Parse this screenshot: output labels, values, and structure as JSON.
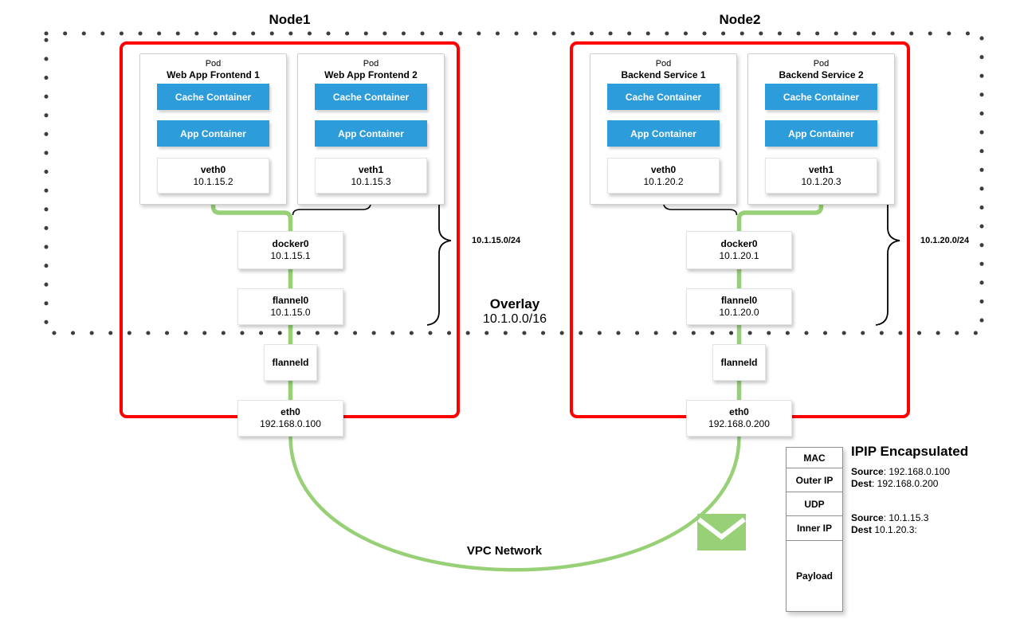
{
  "colors": {
    "node_border_red": "#ff0000",
    "container_blue": "#2d9cdb",
    "wire_green": "#97d077",
    "dot_gray": "#3d3d3d"
  },
  "nodes": [
    {
      "title": "Node1",
      "subnet": "10.1.15.0/24",
      "pods": [
        {
          "kind": "Pod",
          "name": "Web App Frontend 1",
          "containers": [
            "Cache Container",
            "App Container"
          ],
          "iface": {
            "name": "veth0",
            "ip": "10.1.15.2"
          }
        },
        {
          "kind": "Pod",
          "name": "Web App Frontend 2",
          "containers": [
            "Cache Container",
            "App Container"
          ],
          "iface": {
            "name": "veth1",
            "ip": "10.1.15.3"
          }
        }
      ],
      "bridge": {
        "name": "docker0",
        "ip": "10.1.15.1"
      },
      "flannel": {
        "name": "flannel0",
        "ip": "10.1.15.0"
      },
      "daemon": "flanneld",
      "eth": {
        "name": "eth0",
        "ip": "192.168.0.100"
      }
    },
    {
      "title": "Node2",
      "subnet": "10.1.20.0/24",
      "pods": [
        {
          "kind": "Pod",
          "name": "Backend Service 1",
          "containers": [
            "Cache Container",
            "App Container"
          ],
          "iface": {
            "name": "veth0",
            "ip": "10.1.20.2"
          }
        },
        {
          "kind": "Pod",
          "name": "Backend Service 2",
          "containers": [
            "Cache Container",
            "App Container"
          ],
          "iface": {
            "name": "veth1",
            "ip": "10.1.20.3"
          }
        }
      ],
      "bridge": {
        "name": "docker0",
        "ip": "10.1.20.1"
      },
      "flannel": {
        "name": "flannel0",
        "ip": "10.1.20.0"
      },
      "daemon": "flanneld",
      "eth": {
        "name": "eth0",
        "ip": "192.168.0.200"
      }
    }
  ],
  "overlay": {
    "label": "Overlay",
    "cidr": "10.1.0.0/16"
  },
  "vpc": {
    "label": "VPC Network"
  },
  "packet": {
    "title": "IPIP Encapsulated",
    "cells": [
      "MAC",
      "Outer IP",
      "UDP",
      "Inner IP",
      "Payload"
    ],
    "outer": {
      "source_label": "Source",
      "source": ": 192.168.0.100",
      "dest_label": "Dest",
      "dest": ": 192.168.0.200"
    },
    "inner": {
      "source_label": "Source",
      "source": ": 10.1.15.3",
      "dest_label": "Dest",
      "dest": " 10.1.20.3:"
    }
  }
}
